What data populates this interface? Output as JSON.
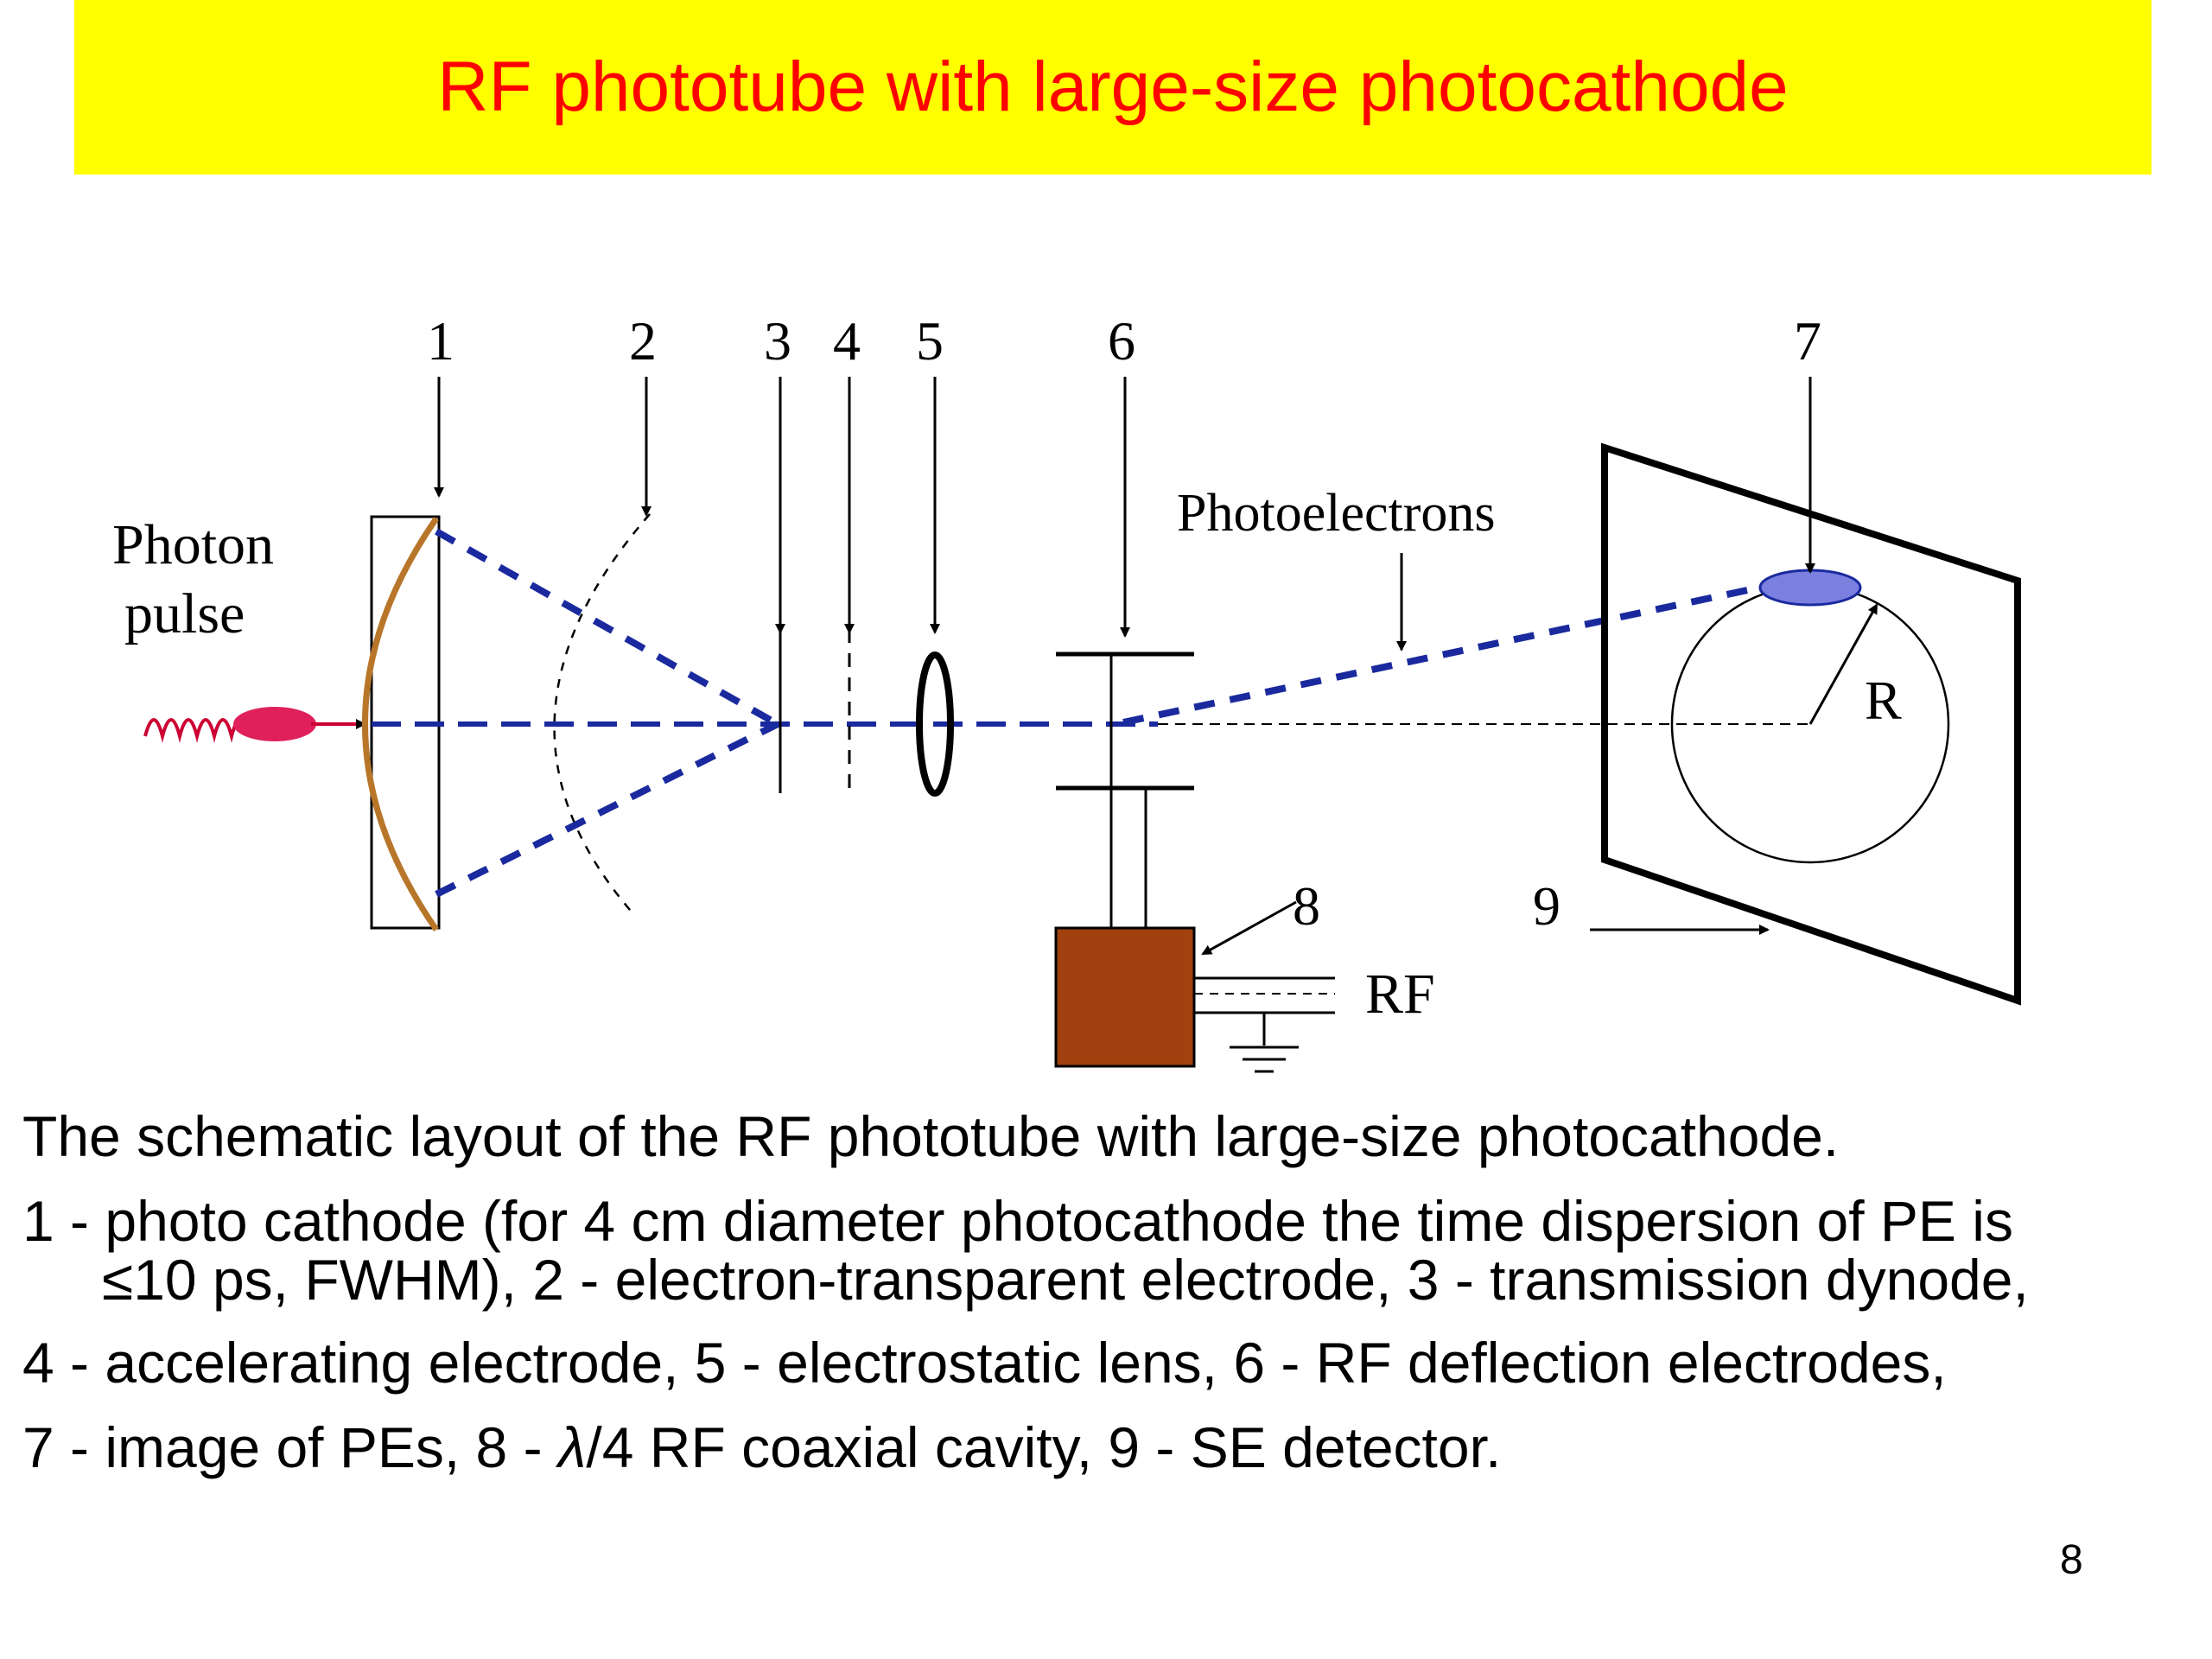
{
  "slide": {
    "title": "RF phototube with large-size photocathode",
    "page_number": "8"
  },
  "diagram": {
    "labels": {
      "photon_pulse_line1": "Photon",
      "photon_pulse_line2": "pulse",
      "photoelectrons": "Photoelectrons",
      "radius": "R",
      "rf": "RF"
    },
    "component_numbers": [
      "1",
      "2",
      "3",
      "4",
      "5",
      "6",
      "7",
      "8",
      "9"
    ],
    "colors": {
      "electron_beam": "#1a2a9e",
      "cathode": "#b8762a",
      "rf_cavity": "#a0410f",
      "photon_pulse": "#cc0033",
      "image_spot": "#7b7fe0"
    }
  },
  "caption": {
    "intro": "The schematic layout of the RF phototube with large-size photocathode.",
    "line1a": "1 - photo cathode (for 4 cm diameter photocathode the time dispersion of PE is",
    "line1b": "≤10 ps, FWHM), 2 - electron-transparent electrode, 3 - transmission dynode,",
    "line2": "4 - accelerating electrode, 5 - electrostatic lens, 6 - RF deflection electrodes,",
    "line3_prefix": "7 - image of PEs, 8 - ",
    "line3_lambda": "λ",
    "line3_suffix": "/4 RF coaxial cavity, 9 - SE detector."
  }
}
